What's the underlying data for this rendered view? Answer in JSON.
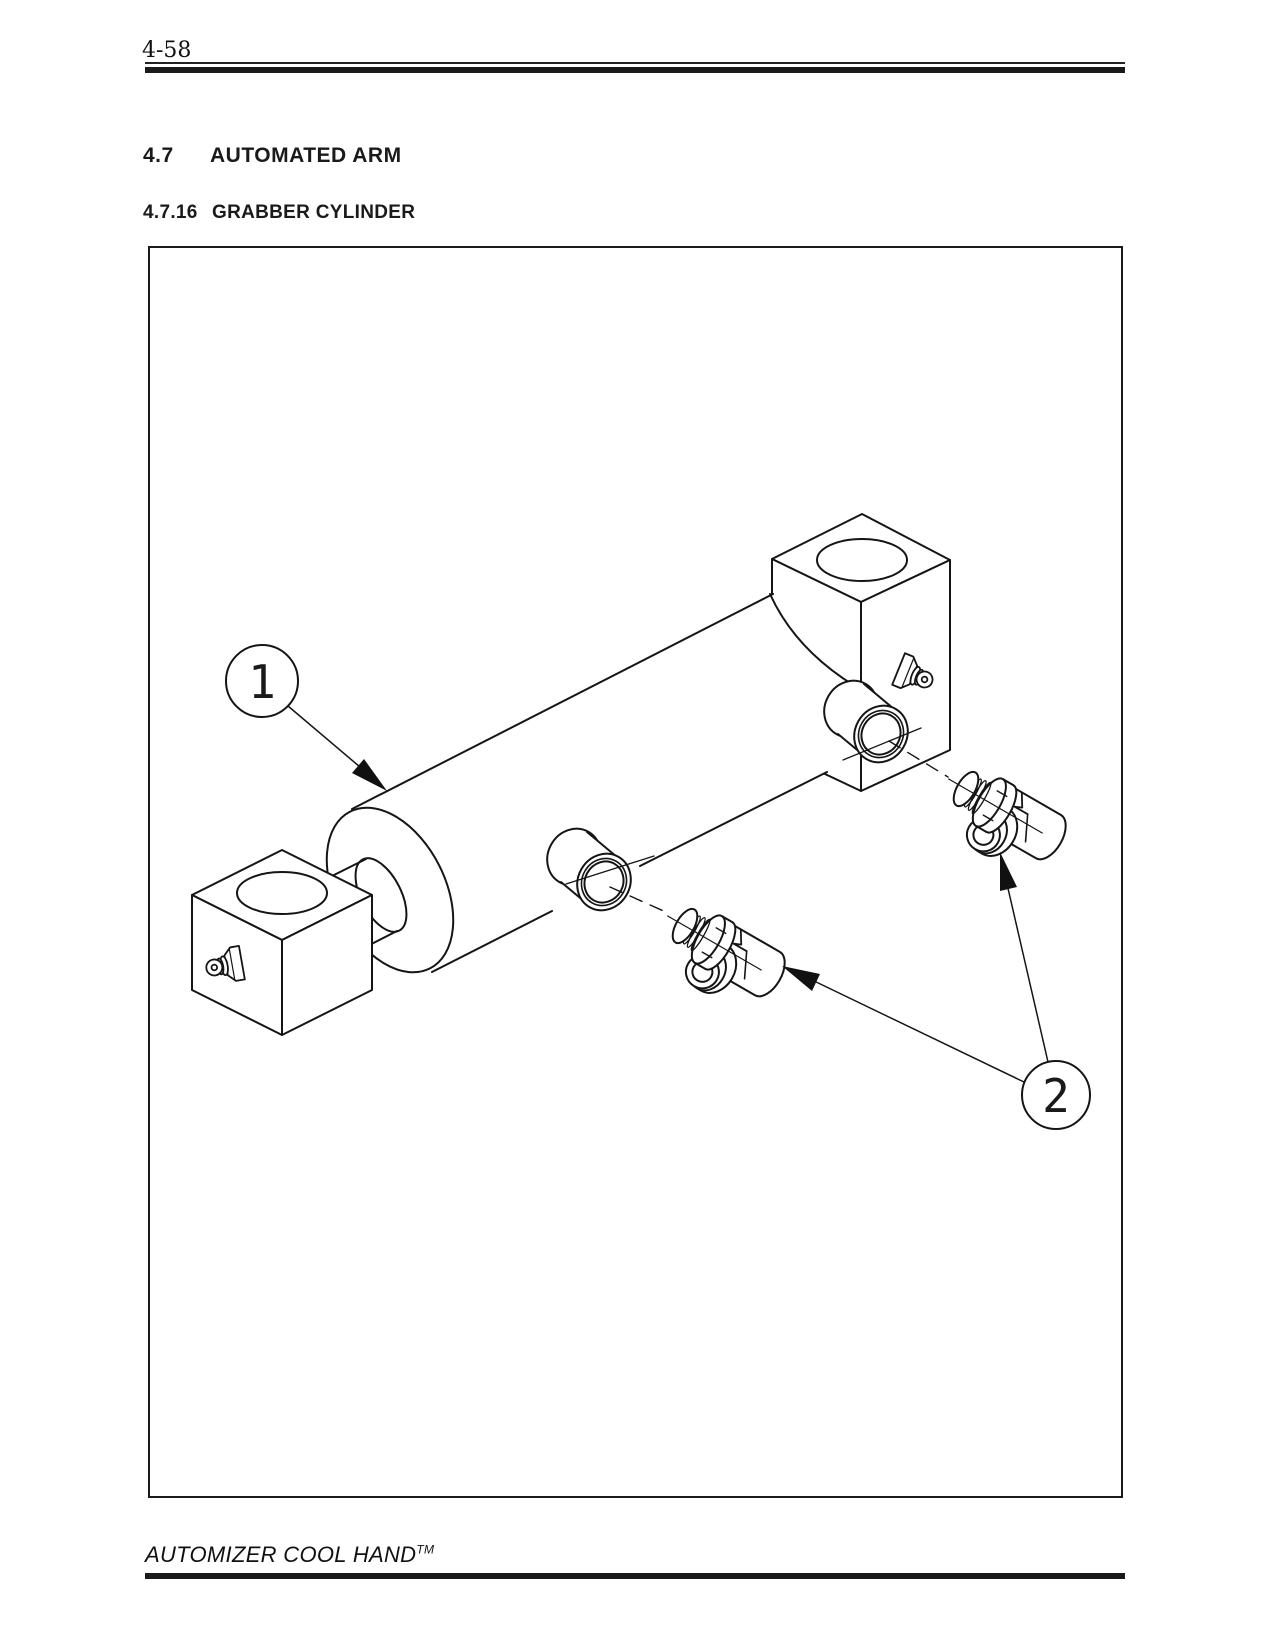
{
  "page": {
    "number": "4-58"
  },
  "section": {
    "number": "4.7",
    "title": "AUTOMATED ARM"
  },
  "subsection": {
    "number": "4.7.16",
    "title": "GRABBER CYLINDER"
  },
  "figure": {
    "callouts": {
      "one": "1",
      "two": "2"
    }
  },
  "footer": {
    "brand": "AUTOMIZER COOL HAND",
    "trademark": "TM"
  },
  "colors": {
    "paper": "#ffffff",
    "ink": "#1a1a1a"
  }
}
